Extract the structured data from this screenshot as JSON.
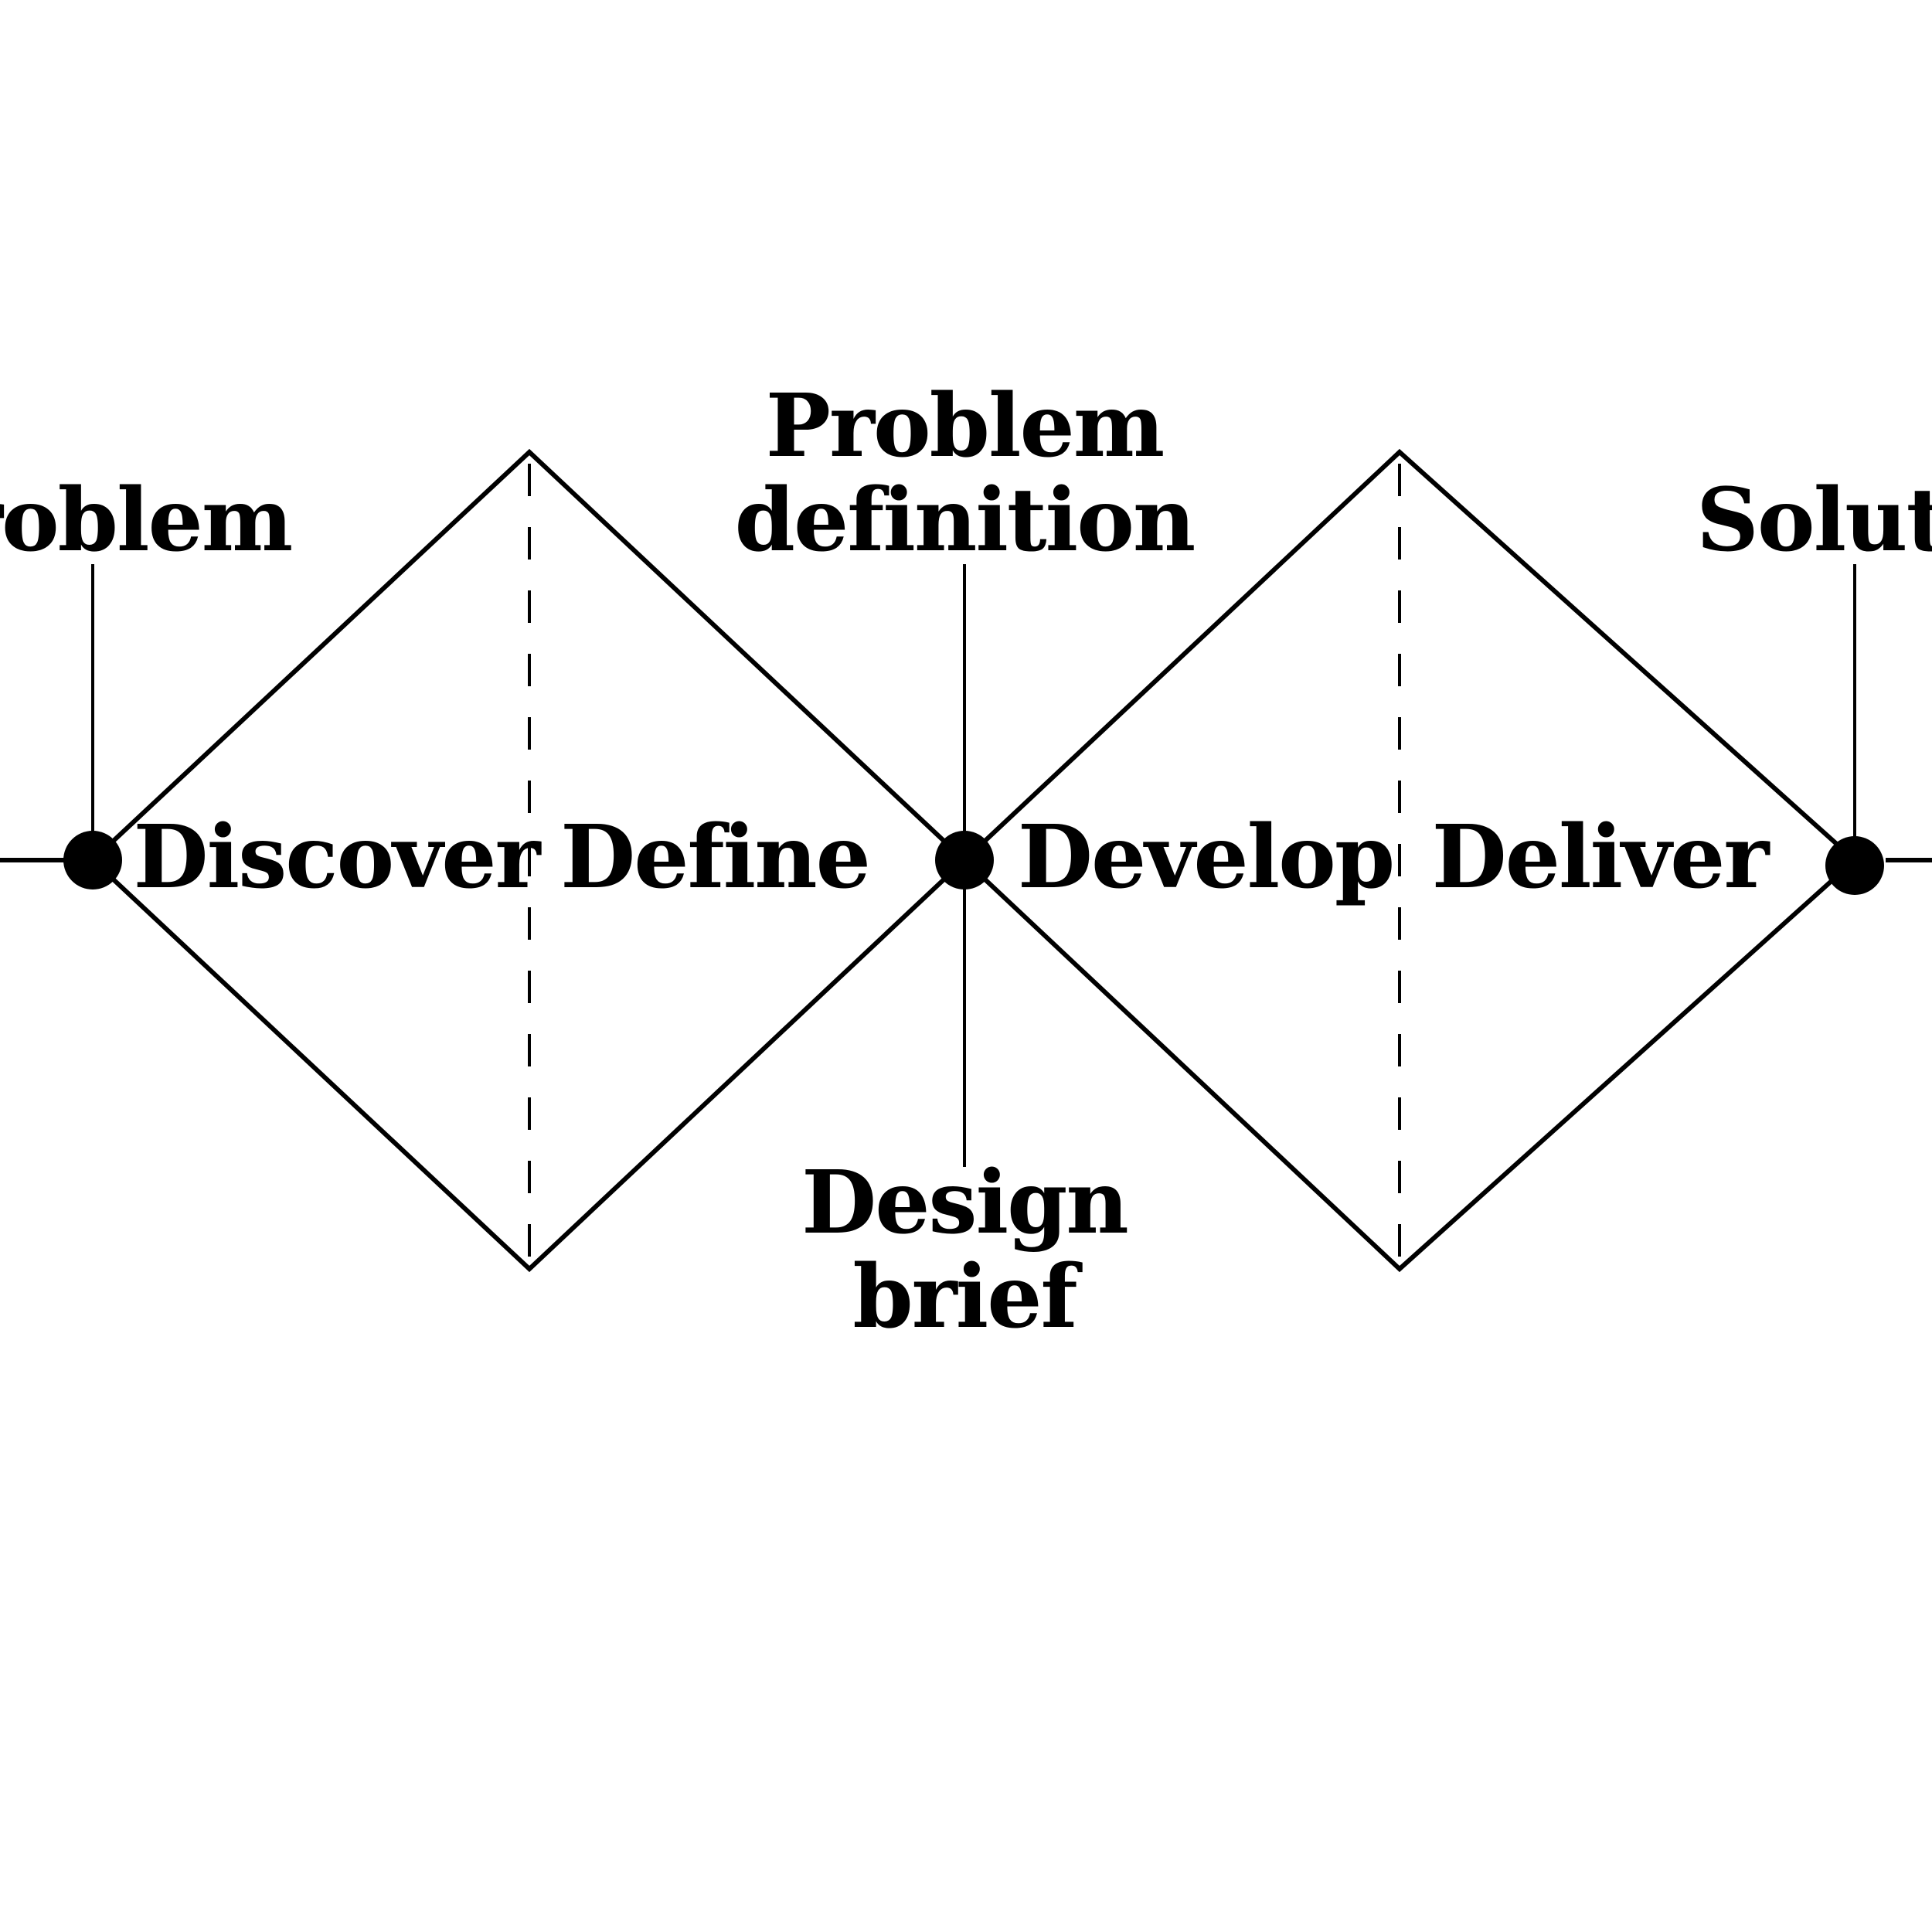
{
  "colors": {
    "background": "#ffffff",
    "ink": "#000000"
  },
  "milestones": {
    "start": {
      "label_line1": "Problem"
    },
    "middle": {
      "label_line1": "Problem",
      "label_line2": "definition"
    },
    "middle_below": {
      "label_line1": "Design",
      "label_line2": "brief"
    },
    "end": {
      "label_line1": "Solution"
    }
  },
  "diamonds": [
    {
      "left_phase": "Discover",
      "right_phase": "Define"
    },
    {
      "left_phase": "Develop",
      "right_phase": "Deliver"
    }
  ]
}
